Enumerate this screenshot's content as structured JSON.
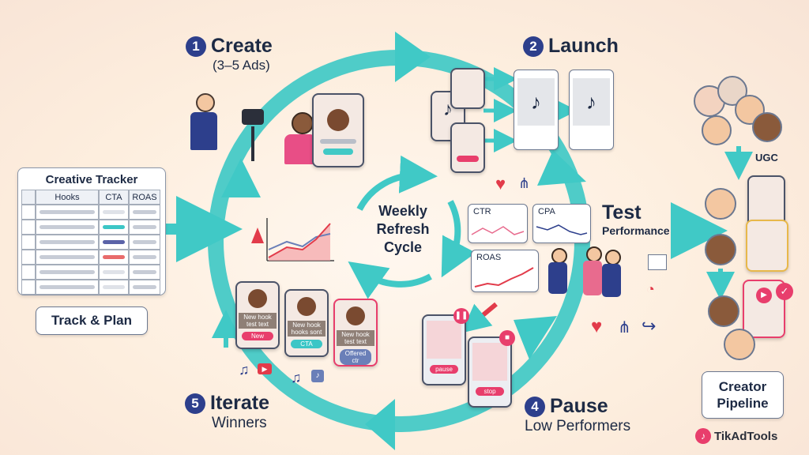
{
  "steps": {
    "create": {
      "number": "1",
      "title": "Create",
      "subtitle": "(3–5 Ads)"
    },
    "launch": {
      "number": "2",
      "title": "Launch"
    },
    "test": {
      "title": "Test",
      "subtitle": "Performance"
    },
    "pause": {
      "number": "4",
      "title": "Pause",
      "subtitle": "Low Performers"
    },
    "iterate": {
      "number": "5",
      "title": "Iterate",
      "subtitle": "Winners"
    }
  },
  "center": {
    "line1": "Weekly",
    "line2": "Refresh",
    "line3": "Cycle"
  },
  "tracker": {
    "title": "Creative Tracker",
    "columns": [
      "Hooks",
      "CTA",
      "ROAS"
    ],
    "caption": "Track & Plan",
    "cta_colors": [
      "#3cc6c6",
      "#5b63a8",
      "#e86b6b"
    ]
  },
  "metrics": {
    "ctr": "CTR",
    "cpa": "CPA",
    "roas": "ROAS"
  },
  "iterate_cards": [
    {
      "text": "New hook test text",
      "button": "New",
      "color": "#e83e6c"
    },
    {
      "text": "New hook hooks sont",
      "button": "CTA",
      "color": "#3cc6c6"
    },
    {
      "text": "New hook test text",
      "button": "Offered ctr",
      "color": "#6a7fb8"
    }
  ],
  "pause_cards": [
    {
      "button": "pause"
    },
    {
      "button": "stop"
    }
  ],
  "pipeline": {
    "ugc_label": "UGC",
    "title_line1": "Creator",
    "title_line2": "Pipeline"
  },
  "brand": {
    "name": "TikAdTools"
  },
  "colors": {
    "teal": "#40c9c6",
    "navy": "#2d3f8c",
    "pink": "#e83e6c",
    "red": "#e23b4a"
  },
  "icons": [
    "heart-icon",
    "share-icon",
    "tiktok-logo-icon",
    "music-note-icon",
    "play-icon",
    "check-icon",
    "pause-icon",
    "stop-icon",
    "gauge-icon"
  ]
}
